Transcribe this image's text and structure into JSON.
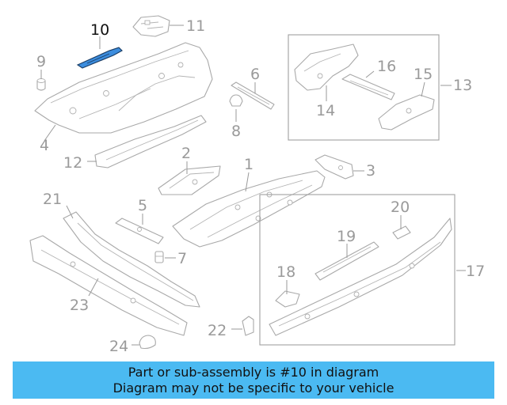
{
  "callouts": {
    "c1": "1",
    "c2": "2",
    "c3": "3",
    "c4": "4",
    "c5": "5",
    "c6": "6",
    "c7": "7",
    "c8": "8",
    "c9": "9",
    "c10": "10",
    "c11": "11",
    "c12": "12",
    "c13": "13",
    "c14": "14",
    "c15": "15",
    "c16": "16",
    "c17": "17",
    "c18": "18",
    "c19": "19",
    "c20": "20",
    "c21": "21",
    "c22": "22",
    "c23": "23",
    "c24": "24"
  },
  "highlighted_part": "10",
  "colors": {
    "highlight": "#3c8dde",
    "banner": "#4bbaf2",
    "lines": "#a9a9a9"
  },
  "banner": {
    "line1": "Part or sub-assembly is #10 in diagram",
    "line2": "Diagram may not be specific to your vehicle"
  }
}
